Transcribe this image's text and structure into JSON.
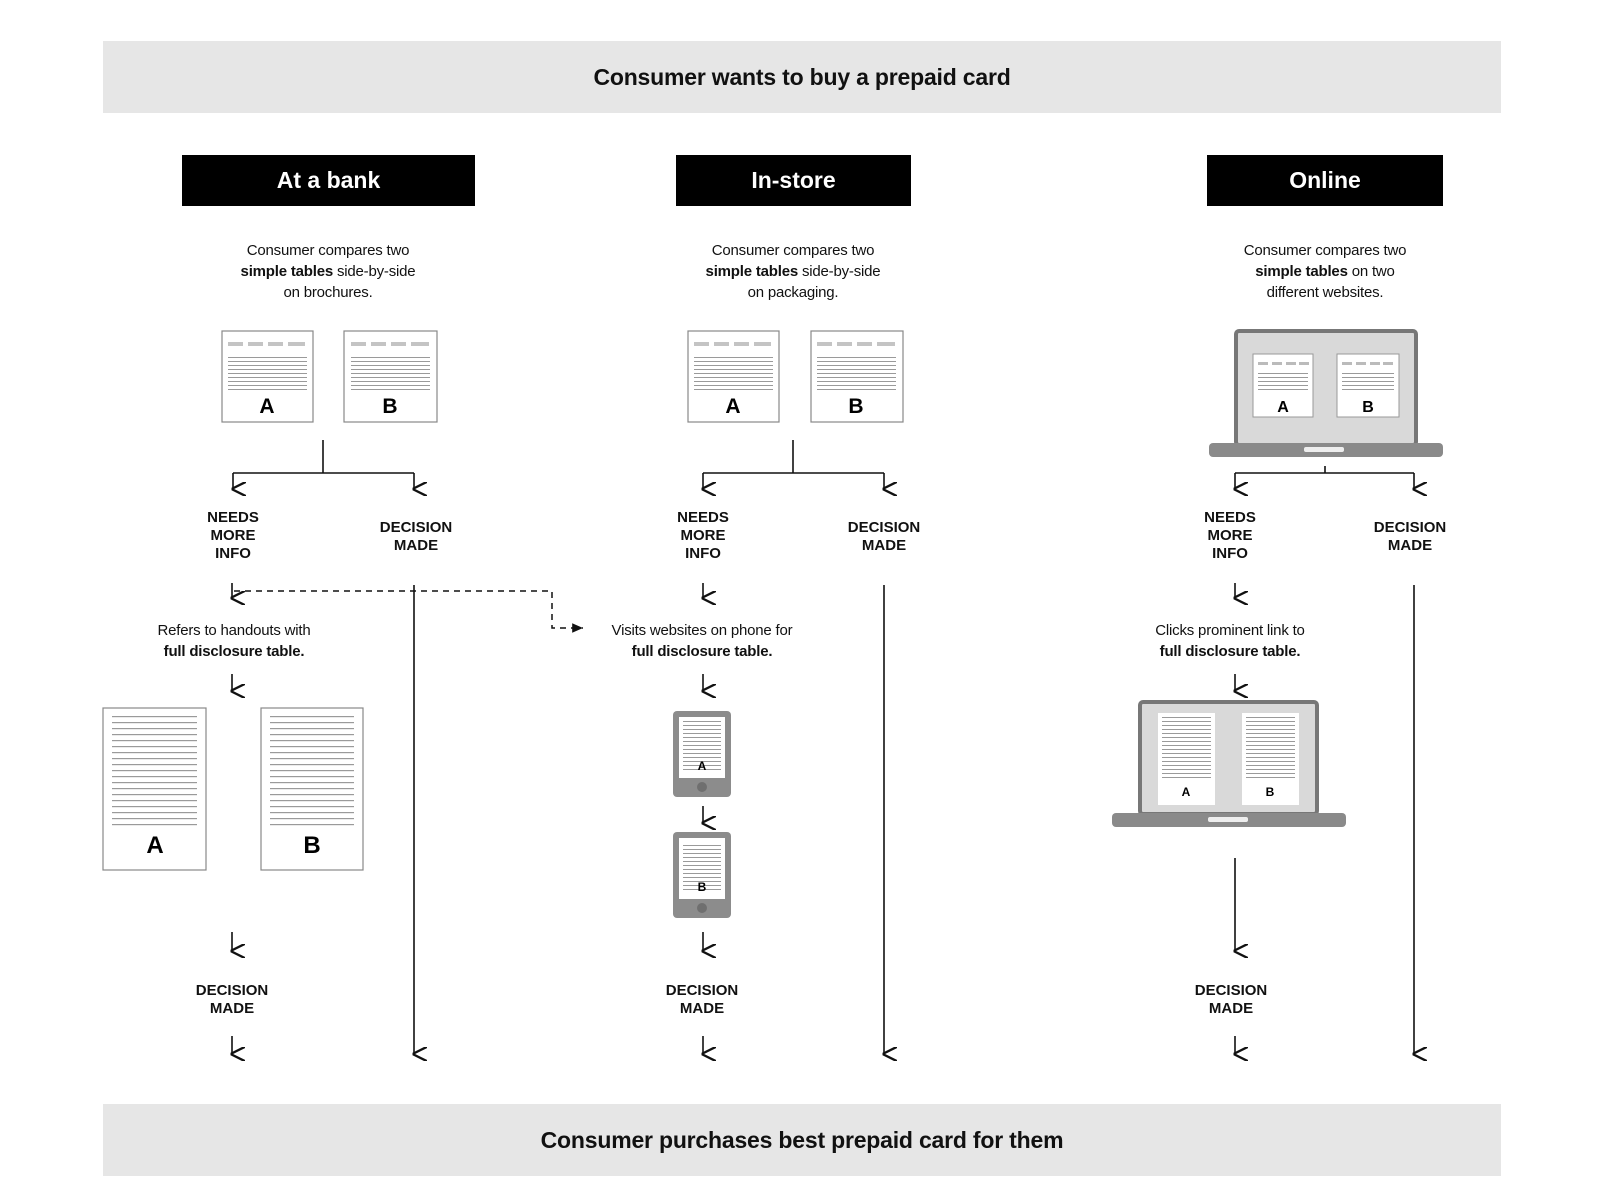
{
  "header": {
    "title": "Consumer wants to buy a prepaid card"
  },
  "footer": {
    "title": "Consumer purchases best prepaid card for them"
  },
  "columns": {
    "bank": {
      "title": "At a bank",
      "desc_1": "Consumer compares two",
      "desc_2_bold": "simple tables",
      "desc_2_rest": " side-by-side",
      "desc_3": "on brochures.",
      "step_1": "Refers to handouts with",
      "step_2_bold": "full disclosure table."
    },
    "store": {
      "title": "In-store",
      "desc_1": "Consumer compares two",
      "desc_2_bold": "simple tables",
      "desc_2_rest": " side-by-side",
      "desc_3": "on packaging.",
      "step_1": "Visits websites on phone for",
      "step_2_bold": "full disclosure table."
    },
    "online": {
      "title": "Online",
      "desc_1": "Consumer compares two",
      "desc_2_bold": "simple tables",
      "desc_2_rest": " on two",
      "desc_3": "different websites.",
      "step_1": "Clicks prominent link to",
      "step_2_bold": "full disclosure table."
    }
  },
  "labels": {
    "needs_1": "NEEDS",
    "needs_2": "MORE",
    "needs_3": "INFO",
    "decision_1": "DECISION",
    "decision_2": "MADE"
  },
  "doc_labels": {
    "a": "A",
    "b": "B"
  }
}
